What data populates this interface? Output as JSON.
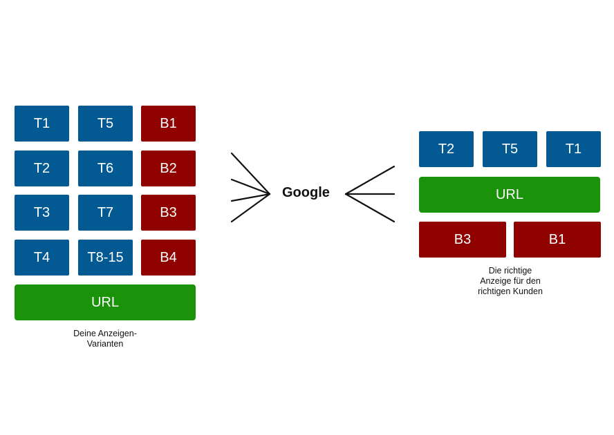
{
  "colors": {
    "title_box": "#035a92",
    "body_box": "#8f0200",
    "url_box": "#1a930a",
    "connector": "#111111"
  },
  "left": {
    "boxes": [
      "T1",
      "T5",
      "B1",
      "T2",
      "T6",
      "B2",
      "T3",
      "T7",
      "B3",
      "T4",
      "T8-15",
      "B4"
    ],
    "url": "URL",
    "caption_line1": "Deine Anzeigen-",
    "caption_line2": "Varianten"
  },
  "center": {
    "label": "Google"
  },
  "right": {
    "top_boxes": [
      "T2",
      "T5",
      "T1"
    ],
    "url": "URL",
    "bottom_boxes": [
      "B3",
      "B1"
    ],
    "caption_line1": "Die richtige",
    "caption_line2": "Anzeige für den",
    "caption_line3": "richtigen Kunden"
  }
}
